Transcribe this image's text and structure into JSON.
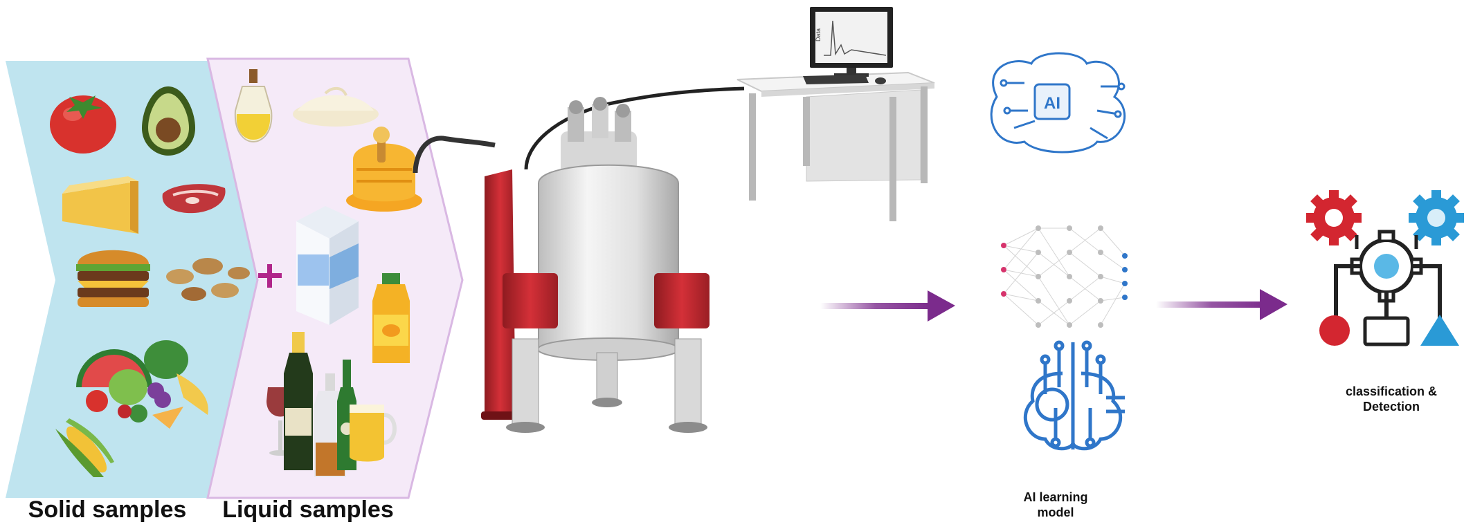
{
  "labels": {
    "solid": "Solid samples",
    "liquid": "Liquid samples",
    "ai_model": "AI learning model",
    "classification": "classification & Detection",
    "ai_chip": "AI",
    "monitor_axis": "Data"
  },
  "icons": {
    "solid_foods": [
      "tomato-icon",
      "avocado-icon",
      "cheese-icon",
      "steak-icon",
      "burger-icon",
      "peanuts-icon",
      "fruits-vegetables-icon",
      "corn-icon"
    ],
    "liquid_foods": [
      "oil-bottle-icon",
      "mayonnaise-icon",
      "honey-icon",
      "milk-carton-icon",
      "juice-bottle-icon",
      "wine-beer-bottles-icon"
    ]
  },
  "colors": {
    "solid_panel": "#bfe4ef",
    "liquid_panel": "#f5eaf8",
    "liquid_border": "#d9b8e3",
    "plus": "#b0268a",
    "arrow": "#7b2b8c",
    "nmr_red": "#c0272d",
    "nmr_body": "#e6e6e6",
    "ai_blue": "#2f76c9",
    "gear_red": "#d32630",
    "gear_blue": "#2a9ad6",
    "diagram_dark": "#222"
  }
}
